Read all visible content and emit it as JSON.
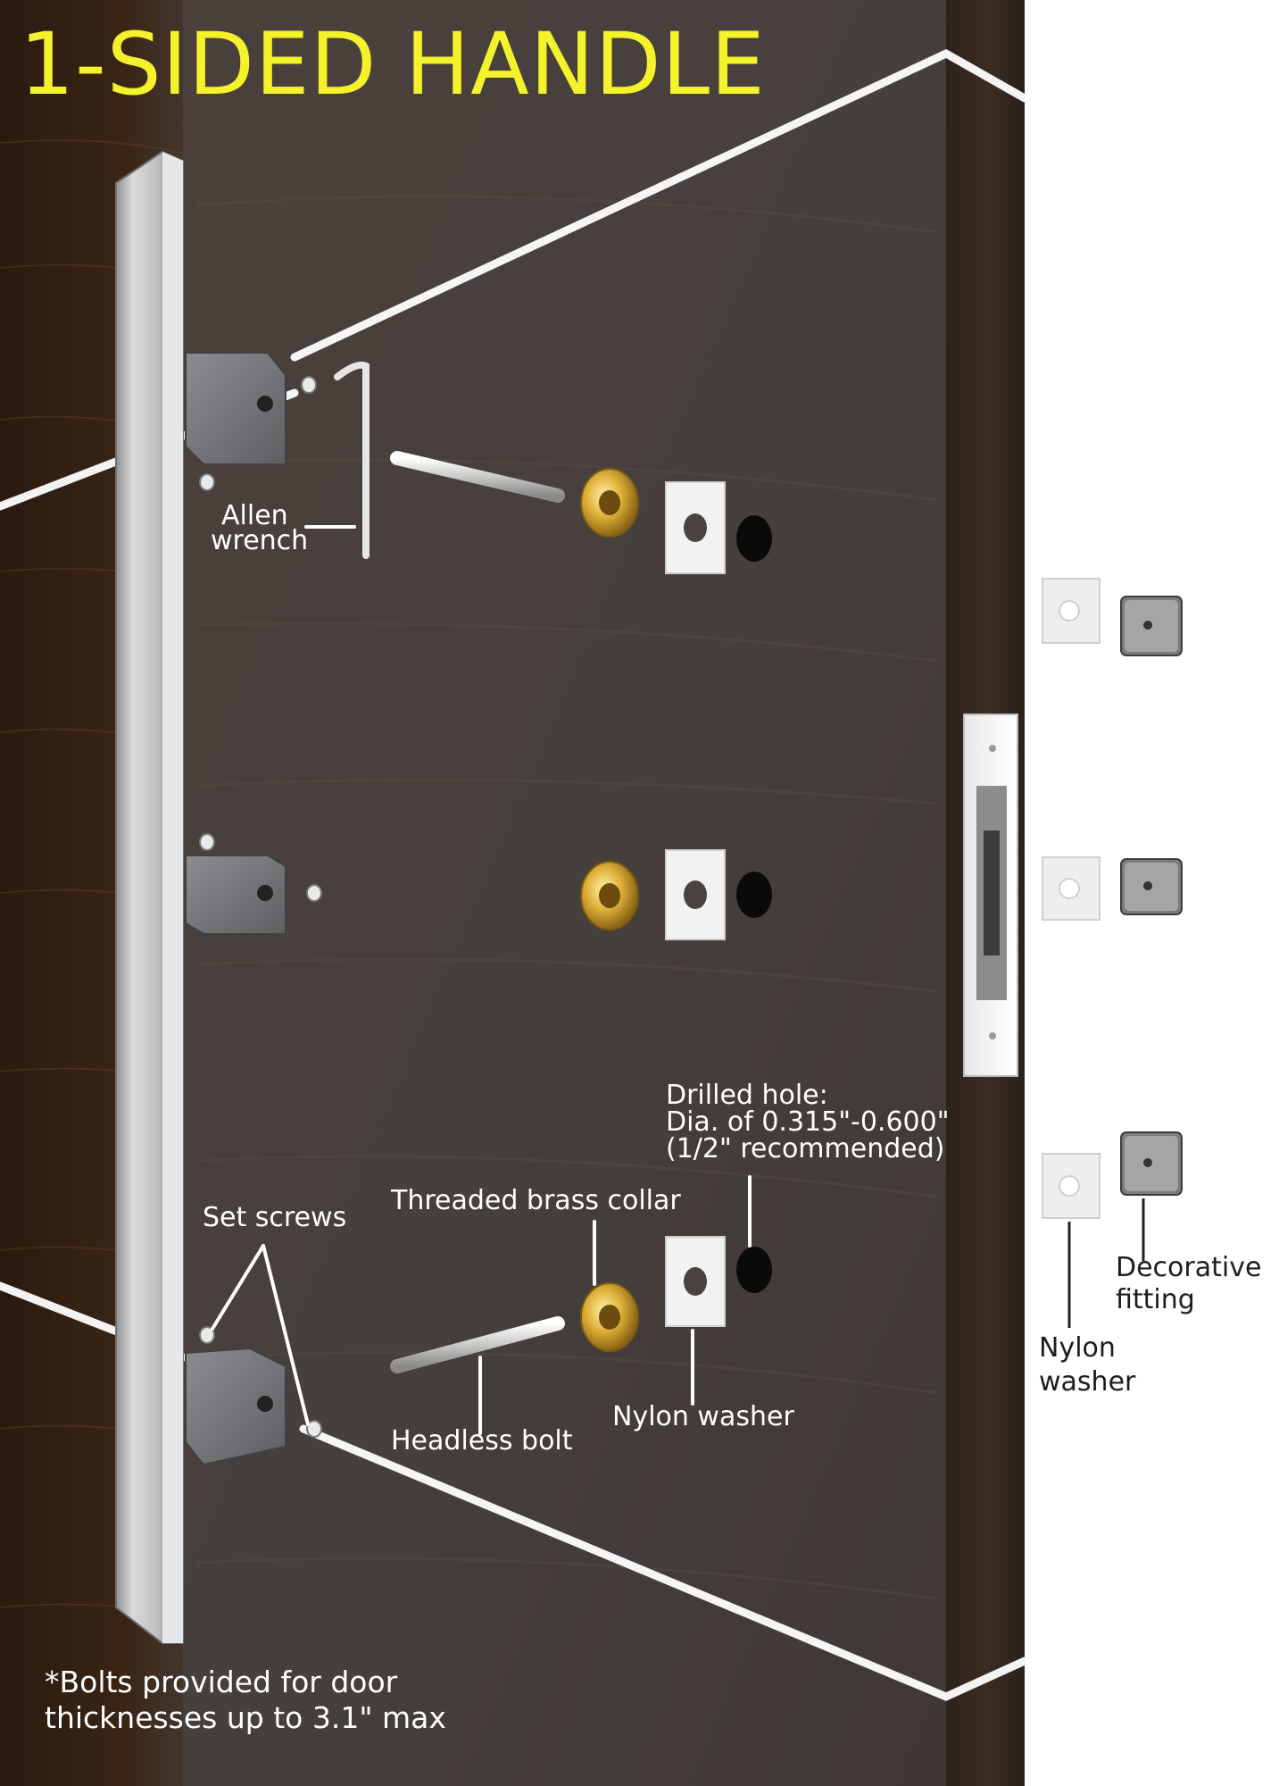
{
  "title": "1-SIDED HANDLE",
  "labels": {
    "allen_wrench": [
      "Allen",
      "wrench"
    ],
    "drilled_hole": [
      "Drilled hole:",
      "Dia. of 0.315\"-0.600\"",
      "(1/2\" recommended)"
    ],
    "threaded_brass_collar": "Threaded brass collar",
    "set_screws": "Set screws",
    "headless_bolt": "Headless bolt",
    "nylon_washer_door": "Nylon washer",
    "decorative_fitting": [
      "Decorative",
      "fitting"
    ],
    "nylon_washer_side": [
      "Nylon",
      "washer"
    ]
  },
  "footnote": [
    "*Bolts provided for door",
    "thicknesses up to 3.1\" max"
  ],
  "colors": {
    "title": "#f4f22a",
    "door_wood": "#4a3f3a",
    "handle_steel": "#c9cacb",
    "brass": "#d4a62a",
    "washer": "#f2f2f2"
  }
}
